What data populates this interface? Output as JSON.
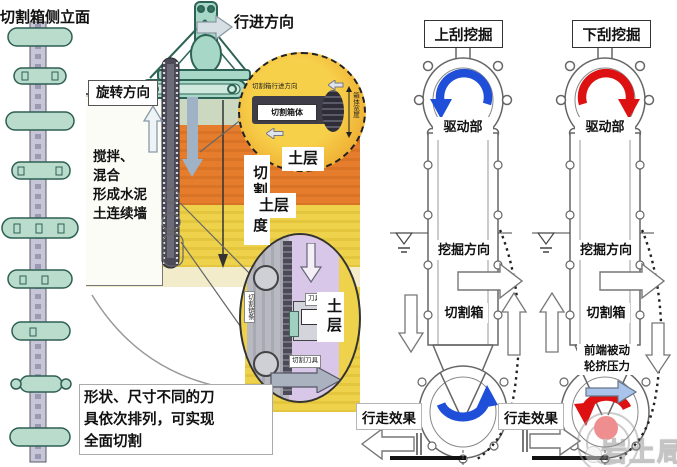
{
  "colors": {
    "orange": "#e57d2d",
    "yellow": "#eed24c",
    "sage": "#ccd8bf",
    "pale": "#f2ecca",
    "lavender": "#d8c7e9",
    "teal": "#a7d7c6",
    "blue": "#1f4fd8",
    "red": "#dd1111",
    "lightblue": "#a9c3ea"
  },
  "left": {
    "title": "切割箱侧立面",
    "travel": "行进方向",
    "rotation": "旋转方向",
    "mixing": "搅拌、\n混合\n形成水泥\n土连续墙",
    "depth": "切割深度",
    "soil": "土层",
    "note": "形状、尺寸不同的刀\n具依次排列，可实现\n全面切割",
    "detail_top": {
      "box_label": "切割箱体",
      "tiny_note": "切割箱行进方向",
      "width_label": "箱体宽度"
    },
    "detail_bottom": {
      "chain_label": "切割链条",
      "tool_label": "刀具",
      "cutter_label": "切割刀具",
      "soil": "土层"
    }
  },
  "right": {
    "up": {
      "title": "上刮挖掘",
      "drive": "驱动部",
      "dig": "挖掘方向",
      "box": "切割箱",
      "walk": "行走效果"
    },
    "down": {
      "title": "下刮挖掘",
      "drive": "驱动部",
      "dig": "挖掘方向",
      "box": "切割箱",
      "front": "前端被动\n轮挤压力",
      "walk": "行走效果"
    },
    "watermark": "岩土局"
  }
}
